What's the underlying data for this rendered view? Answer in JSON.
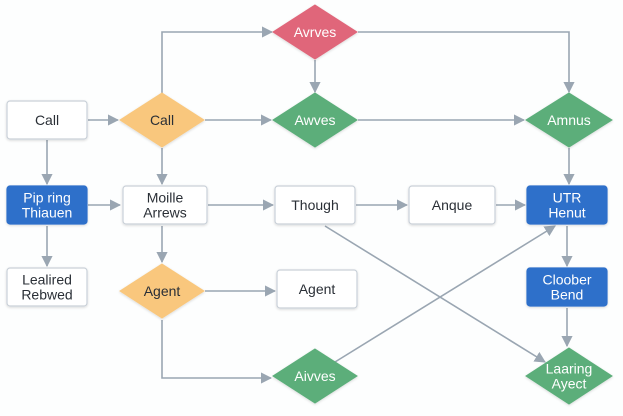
{
  "nodes": {
    "top_diamond": {
      "lines": [
        "Avrves"
      ],
      "color": "#e0667a"
    },
    "call_box": {
      "lines": [
        "Call"
      ]
    },
    "call_diamond": {
      "lines": [
        "Call"
      ],
      "color": "#f9c77d"
    },
    "awves_diamond": {
      "lines": [
        "Awves"
      ],
      "color": "#5bae7a"
    },
    "amnus_diamond": {
      "lines": [
        "Amnus"
      ],
      "color": "#5bae7a"
    },
    "piping_box": {
      "lines": [
        "Pip ring",
        "Thiauen"
      ],
      "color": "#2f6fca"
    },
    "moille_box": {
      "lines": [
        "Moille",
        "Arrews"
      ]
    },
    "though_box": {
      "lines": [
        "Though"
      ]
    },
    "anque_box": {
      "lines": [
        "Anque"
      ]
    },
    "utr_box": {
      "lines": [
        "UTR",
        "Henut"
      ],
      "color": "#2f6fca"
    },
    "lealired_box": {
      "lines": [
        "Lealired",
        "Rebwed"
      ]
    },
    "agent_diamond": {
      "lines": [
        "Agent"
      ],
      "color": "#f9c77d"
    },
    "agent_box": {
      "lines": [
        "Agent"
      ]
    },
    "cloober_box": {
      "lines": [
        "Cloober",
        "Bend"
      ],
      "color": "#2f6fca"
    },
    "aivves_diamond": {
      "lines": [
        "Aivves"
      ],
      "color": "#5bae7a"
    },
    "laaring_diamond": {
      "lines": [
        "Laaring",
        "Ayect"
      ],
      "color": "#5bae7a"
    }
  },
  "colors": {
    "edge": "#9aa6b2",
    "box_border": "#c9d0d8",
    "text_dark": "#2a2f36",
    "text_light": "#ffffff"
  }
}
